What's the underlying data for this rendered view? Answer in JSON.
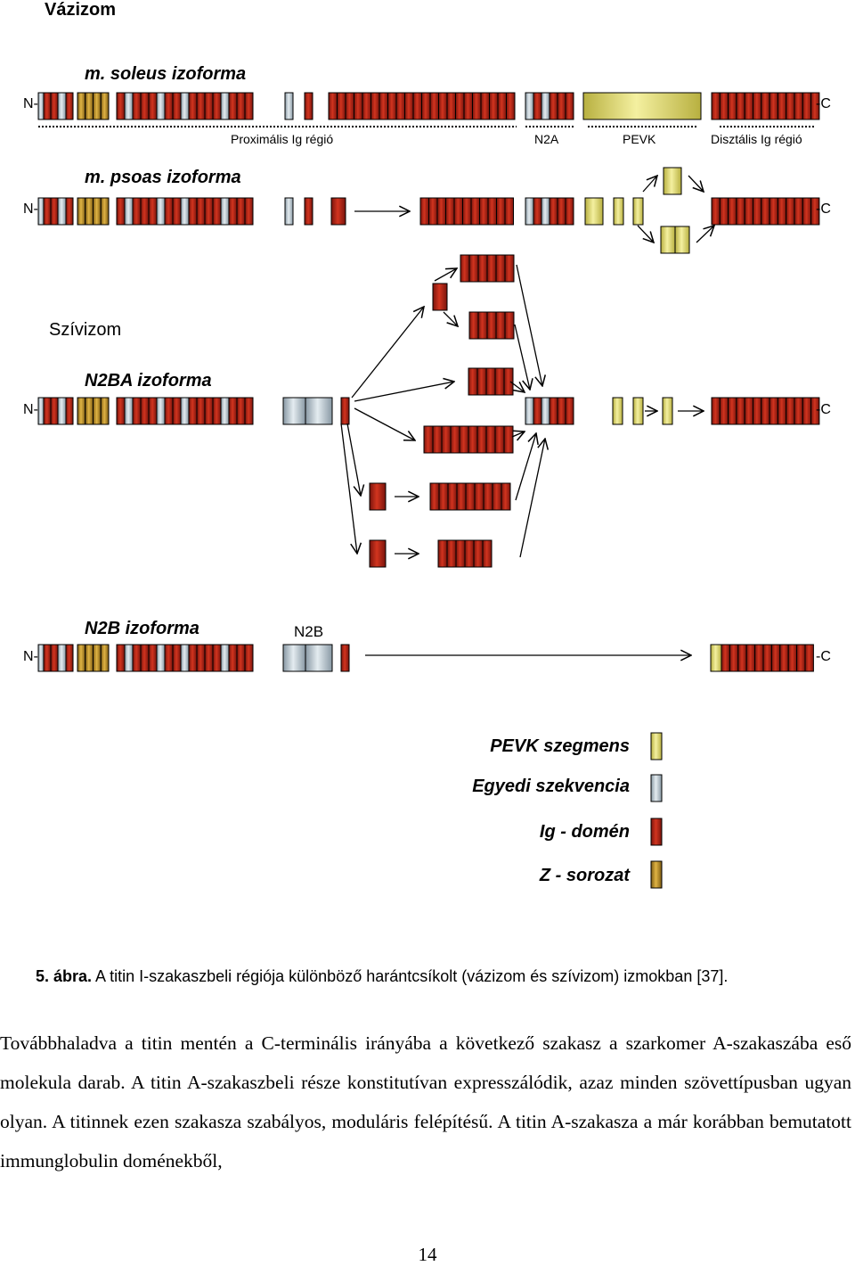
{
  "figure": {
    "skeletal_title": "Vázizom",
    "soleus_label": "m. soleus izoforma",
    "psoas_label": "m. psoas izoforma",
    "cardiac_title": "Szívizom",
    "n2ba_label": "N2BA izoforma",
    "n2b_label": "N2B izoforma",
    "n2b_segment_label": "N2B",
    "n_terminal": "N-",
    "c_terminal": "-C",
    "regions": {
      "proximal": "Proximális Ig régió",
      "n2a": "N2A",
      "pevk": "PEVK",
      "distal": "Disztális Ig régió"
    },
    "legend": [
      {
        "label": "PEVK szegmens",
        "color": "#e8e080"
      },
      {
        "label": "Egyedi szekvencia",
        "color": "#c8d4dc"
      },
      {
        "label": "Ig - domén",
        "color": "#b8261a"
      },
      {
        "label": "Z - sorozat",
        "color": "#c8a030"
      }
    ],
    "colors": {
      "ig": "#b8261a",
      "z": "#c8a030",
      "unique": "#c8d4dc",
      "pevk": "#e8e080"
    }
  },
  "caption": {
    "number": "5. ábra.",
    "text": " A titin I-szakaszbeli régiója különböző harántcsíkolt (vázizom és szívizom) izmokban [37]."
  },
  "paragraph": "Továbbhaladva a titin mentén a C-terminális irányába a következő szakasz a szarkomer A-szakaszába eső molekula darab. A titin A-szakaszbeli része konstitutívan expresszálódik, azaz minden szövettípusban ugyan olyan. A titinnek ezen szakasza szabályos, moduláris felépítésű. A titin A-szakasza a már korábban bemutatott immunglobulin doménekből,",
  "page_number": "14"
}
